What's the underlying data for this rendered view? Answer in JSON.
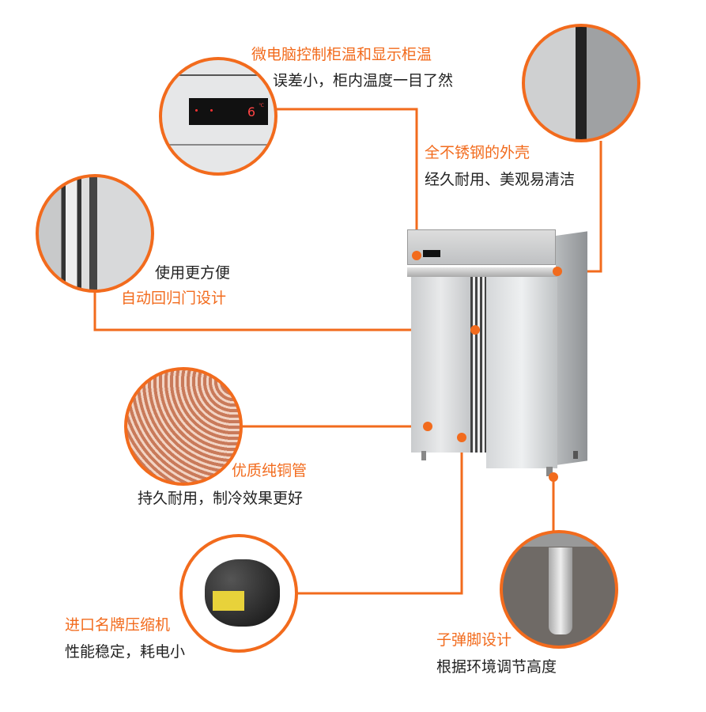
{
  "accent_color": "#f26b1d",
  "features": [
    {
      "title": "微电脑控制柜温和显示柜温",
      "desc": "误差小，柜内温度一目了然",
      "icon": "thermostat-display-closeup"
    },
    {
      "title": "全不锈钢的外壳",
      "desc": "经久耐用、美观易清洁",
      "icon": "stainless-steel-corner-closeup"
    },
    {
      "title": "自动回归门设计",
      "desc": "使用更方便",
      "icon": "door-gasket-closeup"
    },
    {
      "title": "优质纯铜管",
      "desc": "持久耐用，制冷效果更好",
      "icon": "copper-coil-closeup"
    },
    {
      "title": "进口名牌压缩机",
      "desc": "性能稳定，耗电小",
      "icon": "compressor-closeup"
    },
    {
      "title": "子弹脚设计",
      "desc": "根据环境调节高度",
      "icon": "adjustable-leg-closeup"
    }
  ],
  "display": {
    "temperature": "6",
    "unit": "℃"
  }
}
